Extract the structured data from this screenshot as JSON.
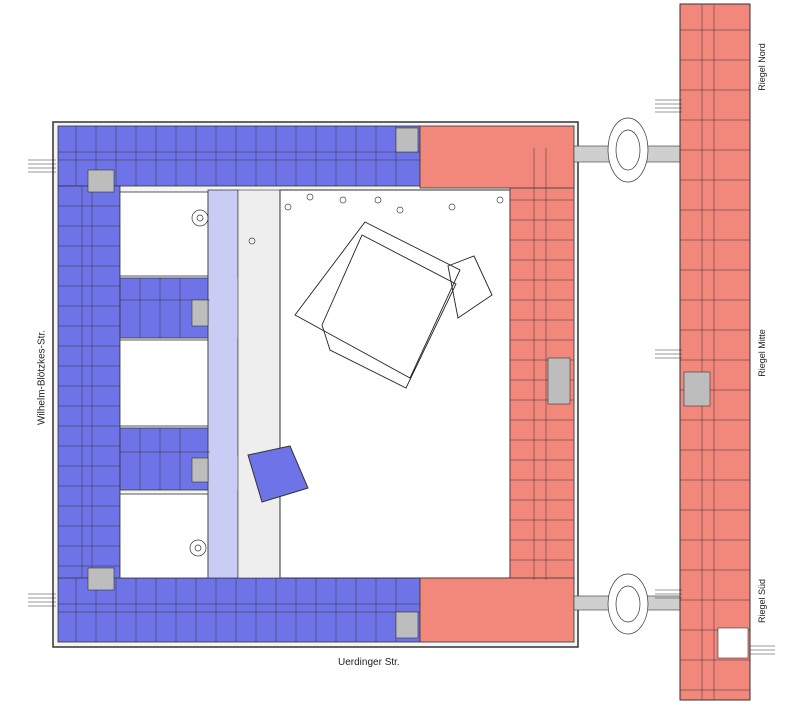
{
  "labels": {
    "street_south": "Uerdinger Str.",
    "street_west": "Wilhelm-Blötzkes-Str.",
    "wing_north": "Riegel Nord",
    "wing_middle": "Riegel Mitte",
    "wing_south": "Riegel Süd"
  },
  "colors": {
    "blue_wing": "#6e74e8",
    "blue_light": "#c9cdf6",
    "red_wing": "#f2877c",
    "wall": "#333333",
    "corridor": "#eeeeee",
    "stair": "#bdbdbd"
  }
}
